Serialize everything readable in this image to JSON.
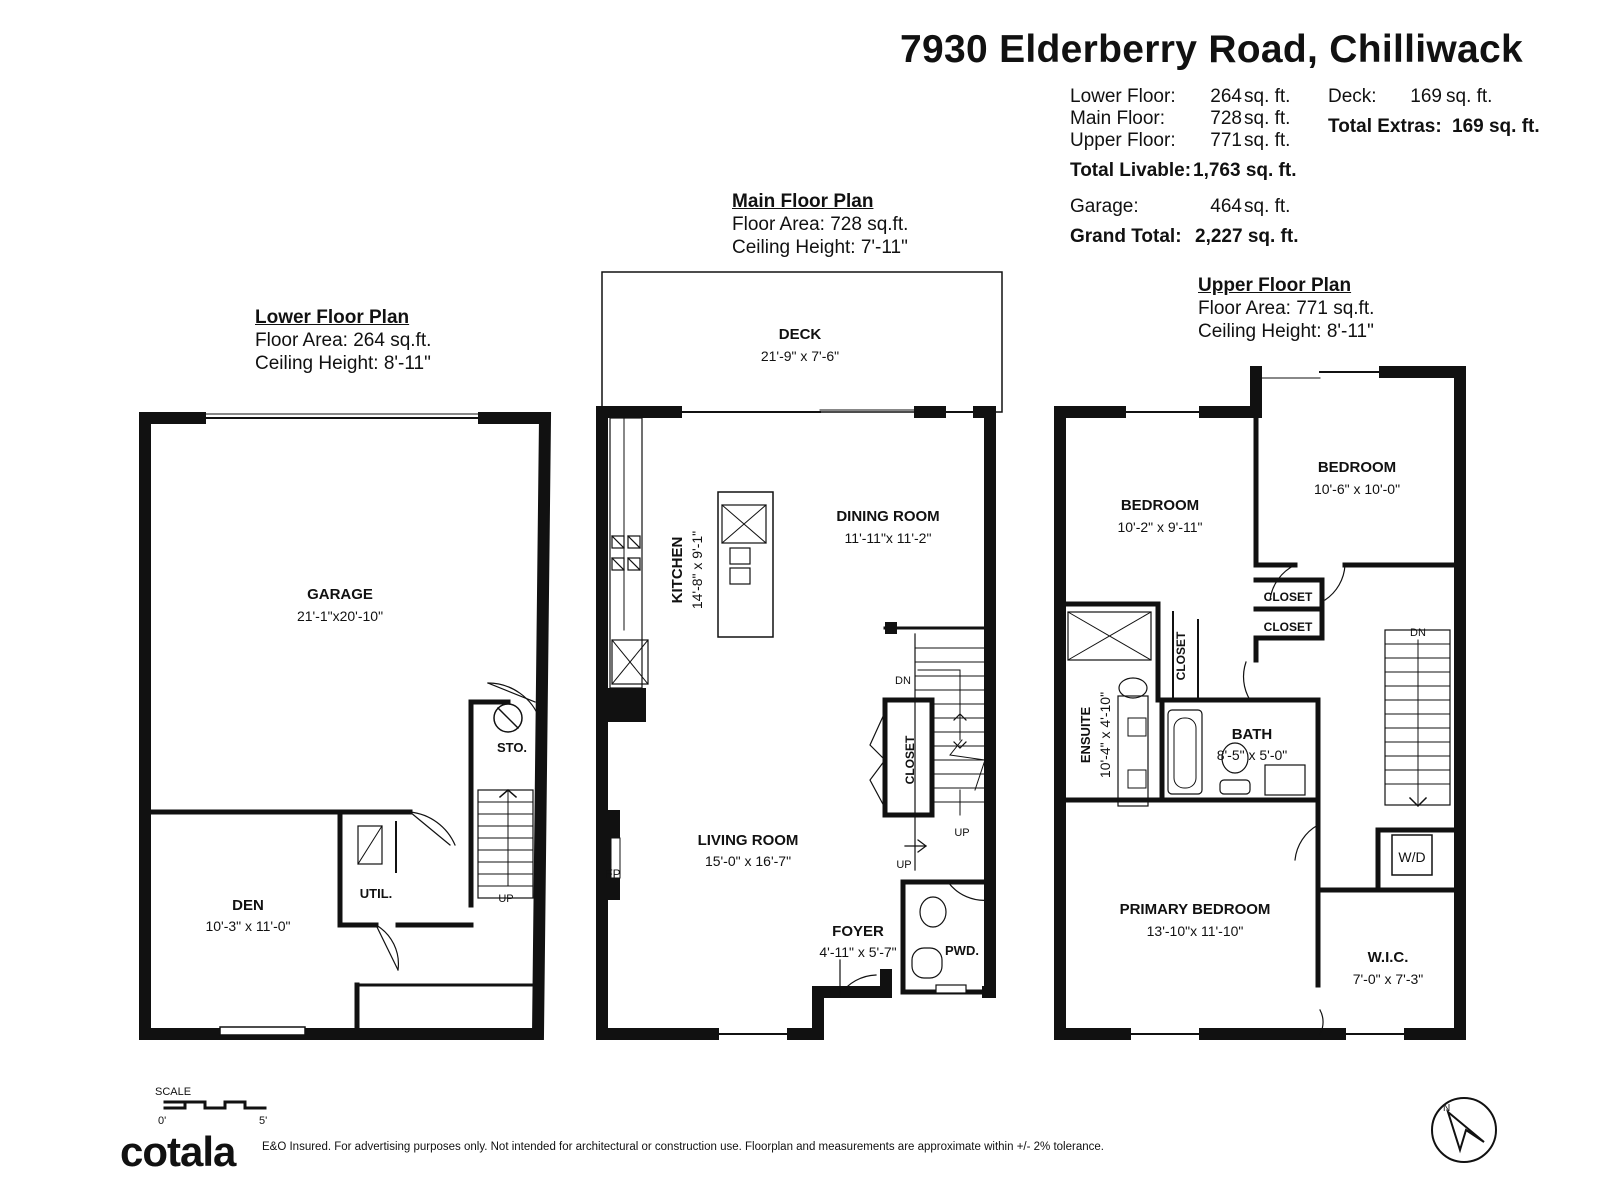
{
  "title": "7930 Elderberry Road, Chilliwack",
  "summary": {
    "lower_label": "Lower Floor:",
    "lower_value": "264",
    "lower_unit": "sq. ft.",
    "main_label": "Main Floor:",
    "main_value": "728",
    "main_unit": "sq. ft.",
    "upper_label": "Upper Floor:",
    "upper_value": "771",
    "upper_unit": "sq. ft.",
    "livable_label": "Total Livable:",
    "livable_value": "1,763 sq. ft.",
    "garage_label": "Garage:",
    "garage_value": "464",
    "garage_unit": "sq. ft.",
    "grand_label": "Grand Total:",
    "grand_value": "2,227 sq. ft.",
    "deck_label": "Deck:",
    "deck_value": "169",
    "deck_unit": "sq. ft.",
    "extras_label": "Total Extras:",
    "extras_value": "169 sq. ft."
  },
  "lower_floor": {
    "heading": "Lower Floor Plan",
    "area": "Floor Area: 264 sq.ft.",
    "ceiling": "Ceiling Height: 8'-11\"",
    "rooms": {
      "garage": "GARAGE",
      "garage_dim": "21'-1\"x20'-10\"",
      "den": "DEN",
      "den_dim": "10'-3\" x 11'-0\"",
      "sto": "STO.",
      "util": "UTIL.",
      "up": "UP"
    }
  },
  "main_floor": {
    "heading": "Main Floor Plan",
    "area": "Floor Area: 728 sq.ft.",
    "ceiling": "Ceiling Height: 7'-11\"",
    "rooms": {
      "deck": "DECK",
      "deck_dim": "21'-9\" x 7'-6\"",
      "kitchen": "KITCHEN",
      "kitchen_dim": "14'-8\" x 9'-1\"",
      "dining": "DINING ROOM",
      "dining_dim": "11'-11\"x 11'-2\"",
      "living": "LIVING ROOM",
      "living_dim": "15'-0\" x 16'-7\"",
      "foyer": "FOYER",
      "foyer_dim": "4'-11\" x 5'-7\"",
      "closet": "CLOSET",
      "pwd": "PWD.",
      "fp": "FP",
      "dn": "DN",
      "up": "UP",
      "up2": "UP"
    }
  },
  "upper_floor": {
    "heading": "Upper Floor Plan",
    "area": "Floor Area: 771 sq.ft.",
    "ceiling": "Ceiling Height: 8'-11\"",
    "rooms": {
      "bedroom1": "BEDROOM",
      "bedroom1_dim": "10'-2\" x 9'-11\"",
      "bedroom2": "BEDROOM",
      "bedroom2_dim": "10'-6\" x 10'-0\"",
      "closet1": "CLOSET",
      "closet2": "CLOSET",
      "closet3": "CLOSET",
      "ensuite": "ENSUITE",
      "ensuite_dim": "10'-4\" x 4'-10\"",
      "bath": "BATH",
      "bath_dim": "8'-5\" x 5'-0\"",
      "primary": "PRIMARY BEDROOM",
      "primary_dim": "13'-10\"x 11'-10\"",
      "wic": "W.I.C.",
      "wic_dim": "7'-0\" x 7'-3\"",
      "wd": "W/D",
      "dn": "DN"
    }
  },
  "scale": {
    "label": "SCALE",
    "start": "0'",
    "end": "5'"
  },
  "north": "N",
  "logo": "cotala",
  "disclaimer": "E&O Insured. For advertising purposes only. Not intended for architectural or construction use. Floorplan and measurements are approximate within +/- 2% tolerance."
}
